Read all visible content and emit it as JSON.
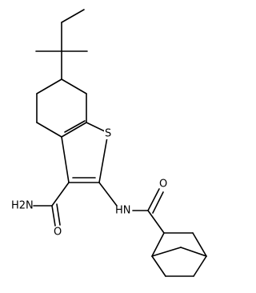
{
  "molecule": {
    "atom_labels": {
      "sulfur": "S",
      "amide_nh2": "H2N",
      "amide_nh2_carbonyl_o": "O",
      "nh_linker": "HN",
      "linker_carbonyl_o": "O"
    }
  }
}
